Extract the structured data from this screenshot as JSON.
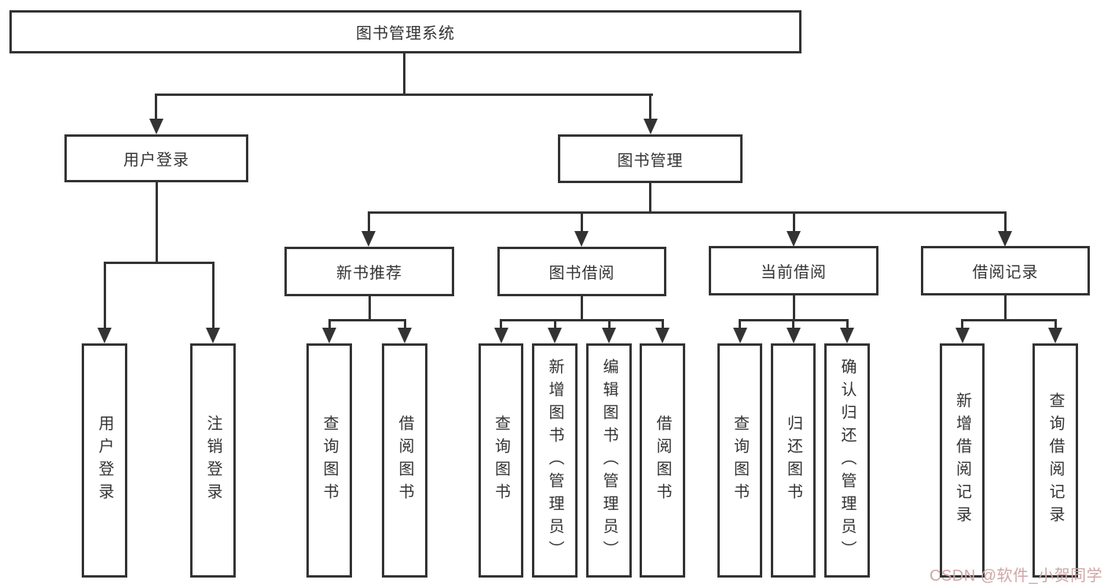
{
  "tree": {
    "root": {
      "label": "图书管理系统"
    },
    "user_login": {
      "label": "用户登录",
      "leaves": [
        "用户登录",
        "注销登录"
      ]
    },
    "book_mgmt": {
      "label": "图书管理"
    },
    "new_books": {
      "label": "新书推荐",
      "leaves": [
        "查询图书",
        "借阅图书"
      ]
    },
    "book_borrow": {
      "label": "图书借阅",
      "leaves": [
        "查询图书",
        "新增图书（管理员）",
        "编辑图书（管理员）",
        "借阅图书"
      ]
    },
    "current_borrow": {
      "label": "当前借阅",
      "leaves": [
        "查询图书",
        "归还图书",
        "确认归还（管理员）"
      ]
    },
    "borrow_records": {
      "label": "借阅记录",
      "leaves": [
        "新增借阅记录",
        "查询借阅记录"
      ]
    }
  },
  "watermark": {
    "text": "CSDN @软件_小贺同学"
  },
  "colors": {
    "line": "#333333",
    "box_fill": "#ffffff",
    "text": "#333333",
    "background": "#ffffff",
    "watermark": "#cfa6a6"
  }
}
